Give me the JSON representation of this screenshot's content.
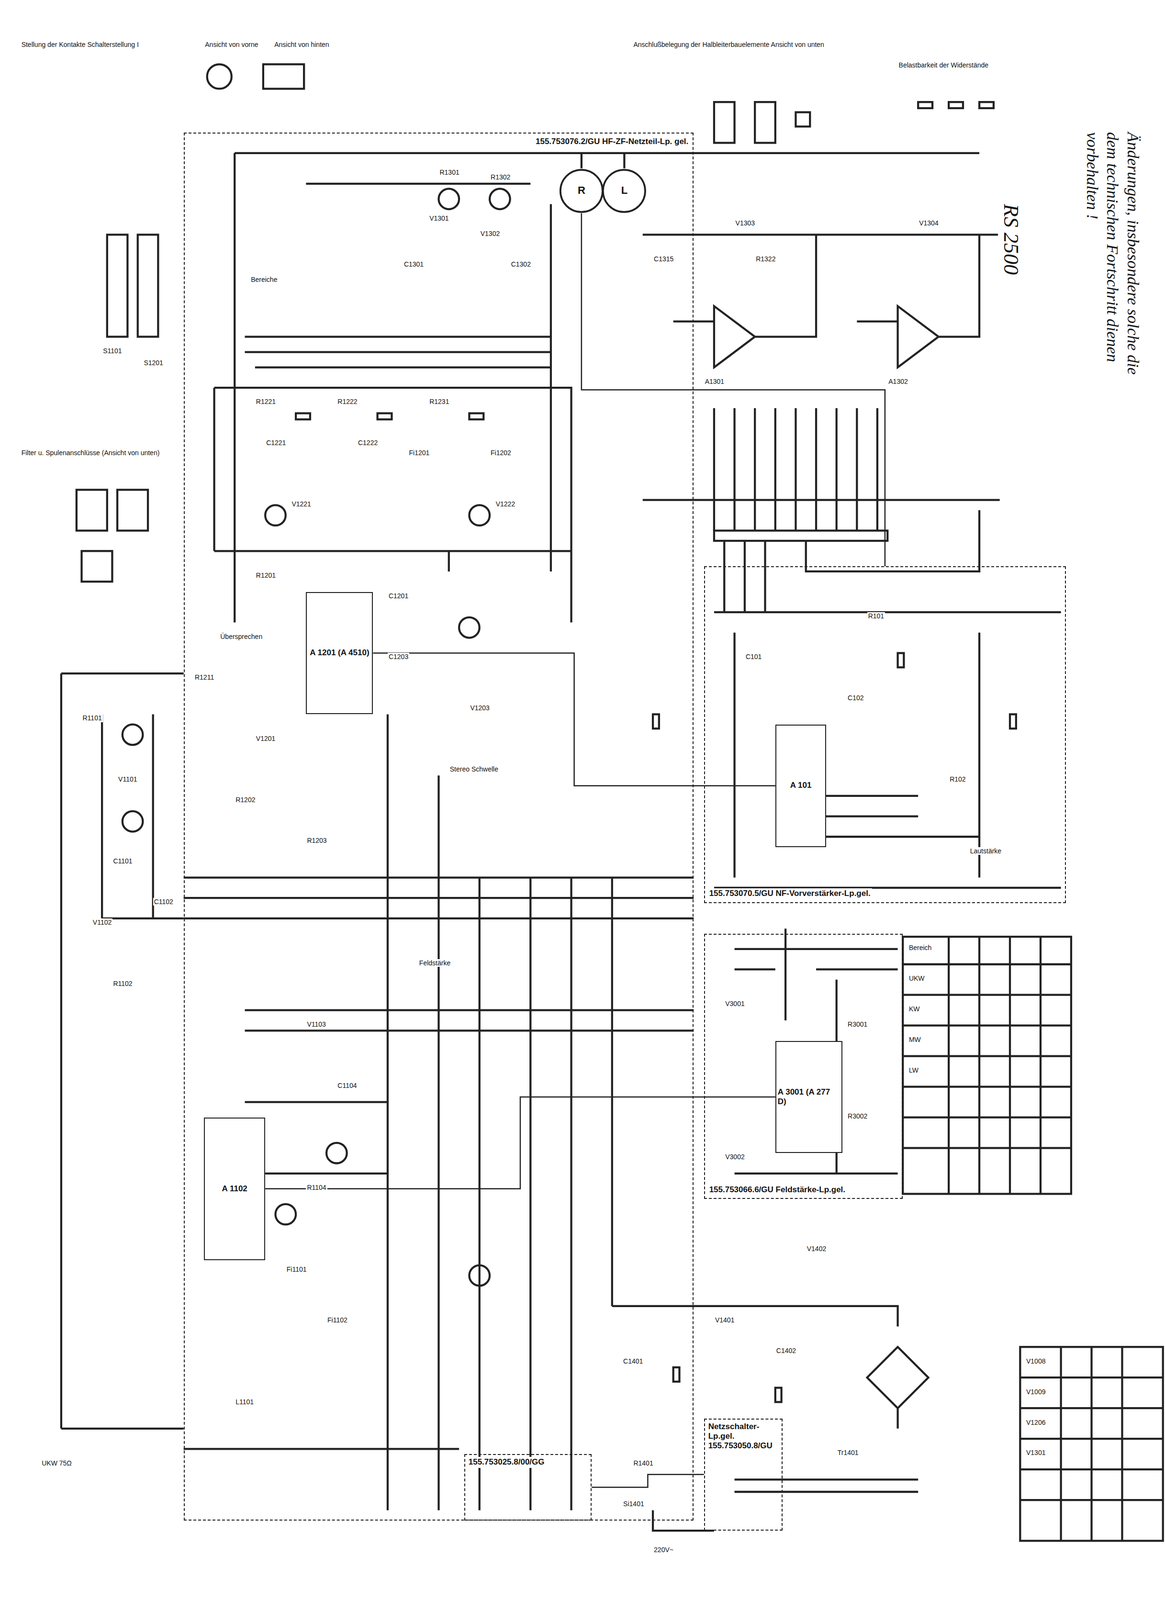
{
  "diagram": {
    "title": "RS 2500",
    "caption": "Änderungen, insbesondere solche die dem technischen Fortschritt dienen vorbehalten !",
    "nodes": [
      {
        "text": [
          "155.753076.2/GU HF-ZF-Netzteil-Lp. gel."
        ]
      },
      {
        "text": [
          "155.753070.5/GU NF-Vorverstärker-Lp.gel."
        ]
      },
      {
        "text": [
          "155.753066.6/GU Feldstärke-Lp.gel."
        ]
      },
      {
        "text": [
          "Netzschalter-Lp.gel. 155.753050.8/GU"
        ]
      },
      {
        "text": [
          "155.753025.8/00/GG"
        ],
        "in": 0
      },
      {
        "text": [
          "A 1201 (A 4510)"
        ],
        "in": 0
      },
      {
        "text": [
          "A 1102"
        ],
        "in": 0
      },
      {
        "text": [
          "A 3001 (A 277 D)"
        ],
        "in": 2
      },
      {
        "text": [
          "A 101"
        ],
        "in": 1
      },
      {
        "text": [
          "R"
        ],
        "in": 0
      },
      {
        "text": [
          "L"
        ],
        "in": 0
      }
    ],
    "edges": [
      {
        "from": 5,
        "to": 8,
        "arrow": "none"
      },
      {
        "from": 6,
        "to": 7,
        "arrow": "none"
      },
      {
        "from": 3,
        "to": 4,
        "arrow": "none"
      },
      {
        "from": 9,
        "to": 1,
        "arrow": "none"
      }
    ],
    "labels": [
      "Stellung der Kontakte Schalterstellung I",
      "Filter u. Spulenanschlüsse (Ansicht von unten)",
      "Ansicht von vorne",
      "Ansicht von hinten",
      "Anschlußbelegung der Halbleiterbauelemente Ansicht von unten",
      "Belastbarkeit der Widerstände",
      "S1101",
      "S1201",
      "Bereiche",
      "V1301",
      "V1302",
      "R1301",
      "R1302",
      "C1301",
      "C1302",
      "R1221",
      "R1222",
      "R1231",
      "C1221",
      "C1222",
      "V1221",
      "V1222",
      "Fi1201",
      "Fi1202",
      "R1201",
      "R1211",
      "C1201",
      "C1203",
      "V1201",
      "V1203",
      "Übersprechen",
      "Stereo Schwelle",
      "R1202",
      "R1203",
      "V1101",
      "C1101",
      "R1101",
      "V1102",
      "Feldstärke",
      "C1102",
      "R1102",
      "L1101",
      "Fi1101",
      "Fi1102",
      "R1104",
      "V1103",
      "C1104",
      "R1401",
      "C1401",
      "V1401",
      "C1402",
      "V1402",
      "Tr1401",
      "Si1401",
      "220V~",
      "UKW 75Ω",
      "R101",
      "R102",
      "C101",
      "C102",
      "Lautstärke",
      "R3001",
      "R3002",
      "V3001",
      "V3002",
      "Bereich",
      "UKW",
      "KW",
      "MW",
      "LW",
      "V1008",
      "V1009",
      "V1206",
      "V1301",
      "A1301",
      "A1302",
      "R1322",
      "C1315",
      "V1303",
      "V1304"
    ]
  }
}
